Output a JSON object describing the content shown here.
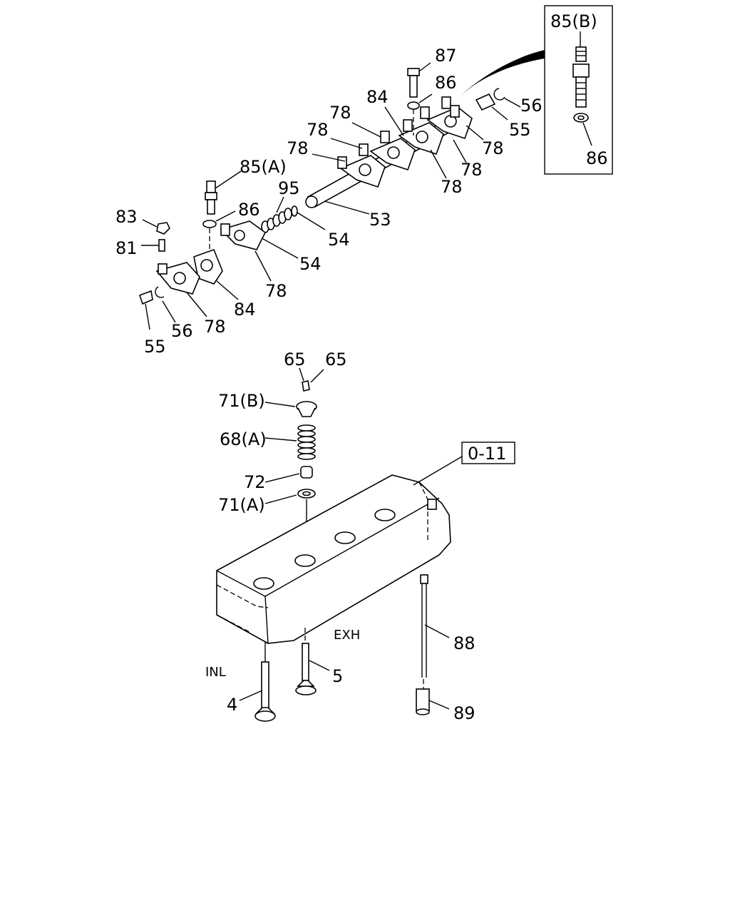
{
  "diagram": {
    "callouts": {
      "c87": "87",
      "c86_top": "86",
      "c84_top": "84",
      "c78_a": "78",
      "c78_b": "78",
      "c78_c": "78",
      "c56_right": "56",
      "c55_right": "55",
      "c78_d": "78",
      "c78_e": "78",
      "c78_f": "78",
      "c85a": "85(A)",
      "c95": "95",
      "c86_mid": "86",
      "c83": "83",
      "c81": "81",
      "c53": "53",
      "c54_a": "54",
      "c54_b": "54",
      "c78_g": "78",
      "c84_low": "84",
      "c78_h": "78",
      "c56_left": "56",
      "c55_left": "55",
      "c65_a": "65",
      "c65_b": "65",
      "c71b": "71(B)",
      "c68a": "68(A)",
      "c72": "72",
      "c71a": "71(A)",
      "c88": "88",
      "c5": "5",
      "c4": "4",
      "c89": "89"
    },
    "inset": {
      "c85b": "85(B)",
      "c86": "86"
    },
    "ref_box": "0-11",
    "text_exh": "EXH",
    "text_inl": "INL"
  }
}
